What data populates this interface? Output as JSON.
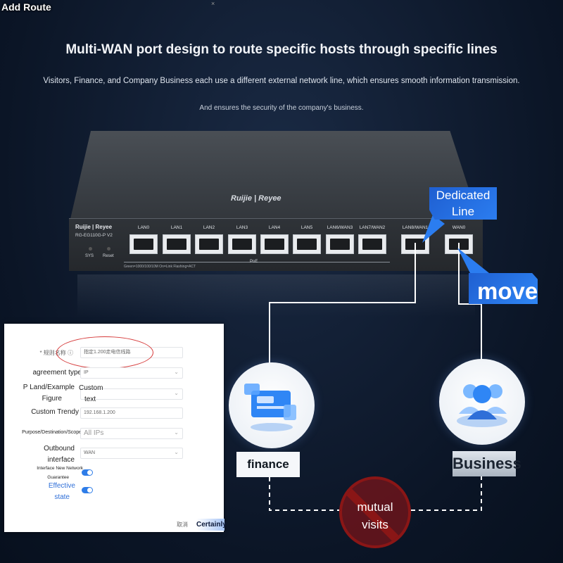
{
  "header": {
    "headline": "Multi-WAN port design to route specific hosts through specific lines",
    "subtitle1": "Visitors, Finance, and Company Business each use a different external network line, which ensures smooth information transmission.",
    "subtitle2": "And ensures the security of the company's business."
  },
  "router": {
    "brand_top": "Ruijie | Reyee",
    "brand_front": "Ruijie | Reyee",
    "model": "RG-EG110G-P V2",
    "sys_label": "SYS",
    "reset_label": "Reset",
    "ports": [
      "LAN0",
      "LAN1",
      "LAN2",
      "LAN3",
      "LAN4",
      "LAN5",
      "LAN6/WAN3",
      "LAN7/WAN2",
      "LAN8/WAN1",
      "WAN0"
    ],
    "poe_label": "PoE",
    "legend": "Green=1000/100/10M  On=Link  Flashing=ACT"
  },
  "callouts": {
    "dedicated_line_1": "Dedicated",
    "dedicated_line_2": "Line",
    "move": "move",
    "finance": "finance",
    "business": "Business",
    "mutual_1": "mutual",
    "mutual_2": "visits"
  },
  "dialog": {
    "title": "Add Route",
    "close": "×",
    "fields": {
      "rule_name_label": "* 规则名称 ⓘ",
      "rule_name_value": "指定1.200走电信线路",
      "protocol_label": "agreement type",
      "protocol_value": "IP",
      "match_label_1": "P Land/Example",
      "match_label_2": "Figure",
      "match_value_1": "Custom",
      "match_value_2": "text",
      "custom_label": "Custom Trendy",
      "custom_value": "192.168.1.200",
      "purpose_label": "Purpose/Destination/Scope",
      "purpose_value": "All IPs",
      "outbound_label_1": "Outbound",
      "outbound_label_2": "interface",
      "outbound_value": "WAN",
      "guarantee_label_1": "Interface New Network",
      "guarantee_label_2": "Guarantee",
      "effective_label_1": "Effective",
      "effective_label_2": "state"
    },
    "cancel_label": "取消",
    "ok_label": "Certainly"
  },
  "colors": {
    "accent_blue": "#2b7df0",
    "mutual_red": "#8a1616",
    "background": "#0b1526"
  }
}
